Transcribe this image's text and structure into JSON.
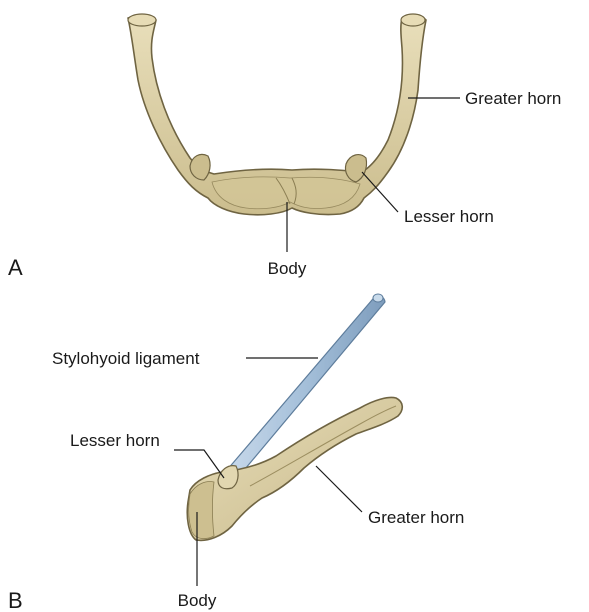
{
  "panel_a": {
    "letter": "A",
    "labels": {
      "greater_horn": "Greater horn",
      "lesser_horn": "Lesser horn",
      "body": "Body"
    }
  },
  "panel_b": {
    "letter": "B",
    "labels": {
      "stylohyoid_ligament": "Stylohyoid ligament",
      "lesser_horn": "Lesser horn",
      "greater_horn": "Greater horn",
      "body": "Body"
    }
  },
  "colors": {
    "bone": "#ddd1a8",
    "bone_shadow": "#b8a97a",
    "bone_outline": "#6f6442",
    "ligament": "#a9c3dc",
    "ligament_dark": "#6f8faf",
    "leader_line": "#1a1a1a"
  }
}
